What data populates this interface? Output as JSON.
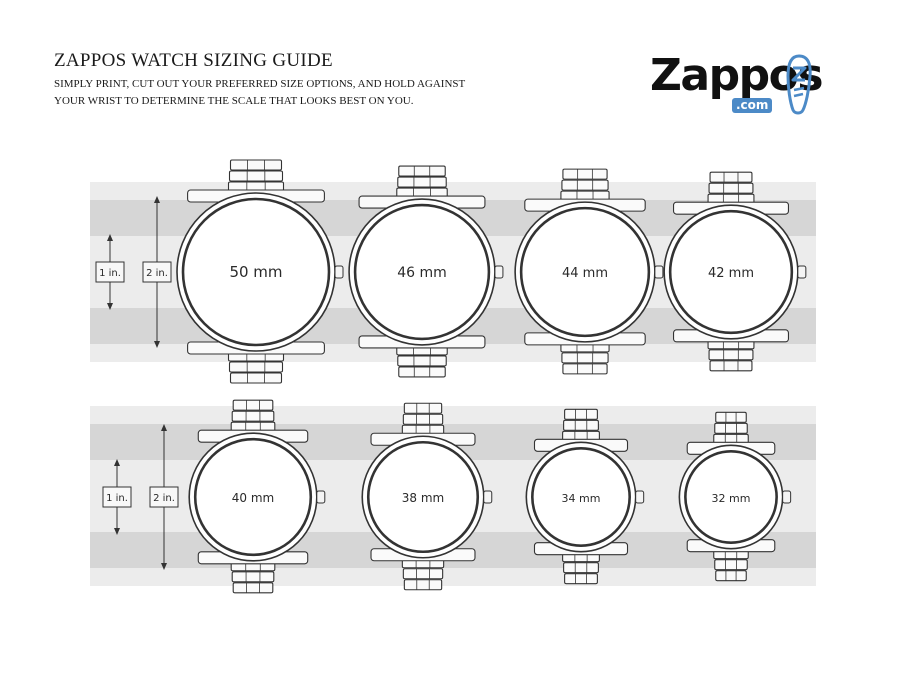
{
  "header": {
    "title": "ZAPPOS WATCH SIZING GUIDE",
    "subtitle": "SIMPLY PRINT, CUT OUT YOUR PREFERRED SIZE OPTIONS, AND HOLD AGAINST YOUR WRIST TO DETERMINE THE SCALE THAT LOOKS BEST ON YOU."
  },
  "logo": {
    "word": "Zappos",
    "domain": ".com",
    "icon": "zappos-shoe-icon",
    "color": "#4c8ac7"
  },
  "rulers": {
    "one_inch": "1 in.",
    "two_inch": "2 in."
  },
  "rows": [
    {
      "watches": [
        {
          "label": "50 mm",
          "size_mm": 50
        },
        {
          "label": "46 mm",
          "size_mm": 46
        },
        {
          "label": "44 mm",
          "size_mm": 44
        },
        {
          "label": "42 mm",
          "size_mm": 42
        }
      ]
    },
    {
      "watches": [
        {
          "label": "40 mm",
          "size_mm": 40
        },
        {
          "label": "38 mm",
          "size_mm": 38
        },
        {
          "label": "34 mm",
          "size_mm": 34
        },
        {
          "label": "32 mm",
          "size_mm": 32
        }
      ]
    }
  ],
  "colors": {
    "band_light": "#ececec",
    "band_dark": "#d6d6d6",
    "ink": "#333333"
  }
}
